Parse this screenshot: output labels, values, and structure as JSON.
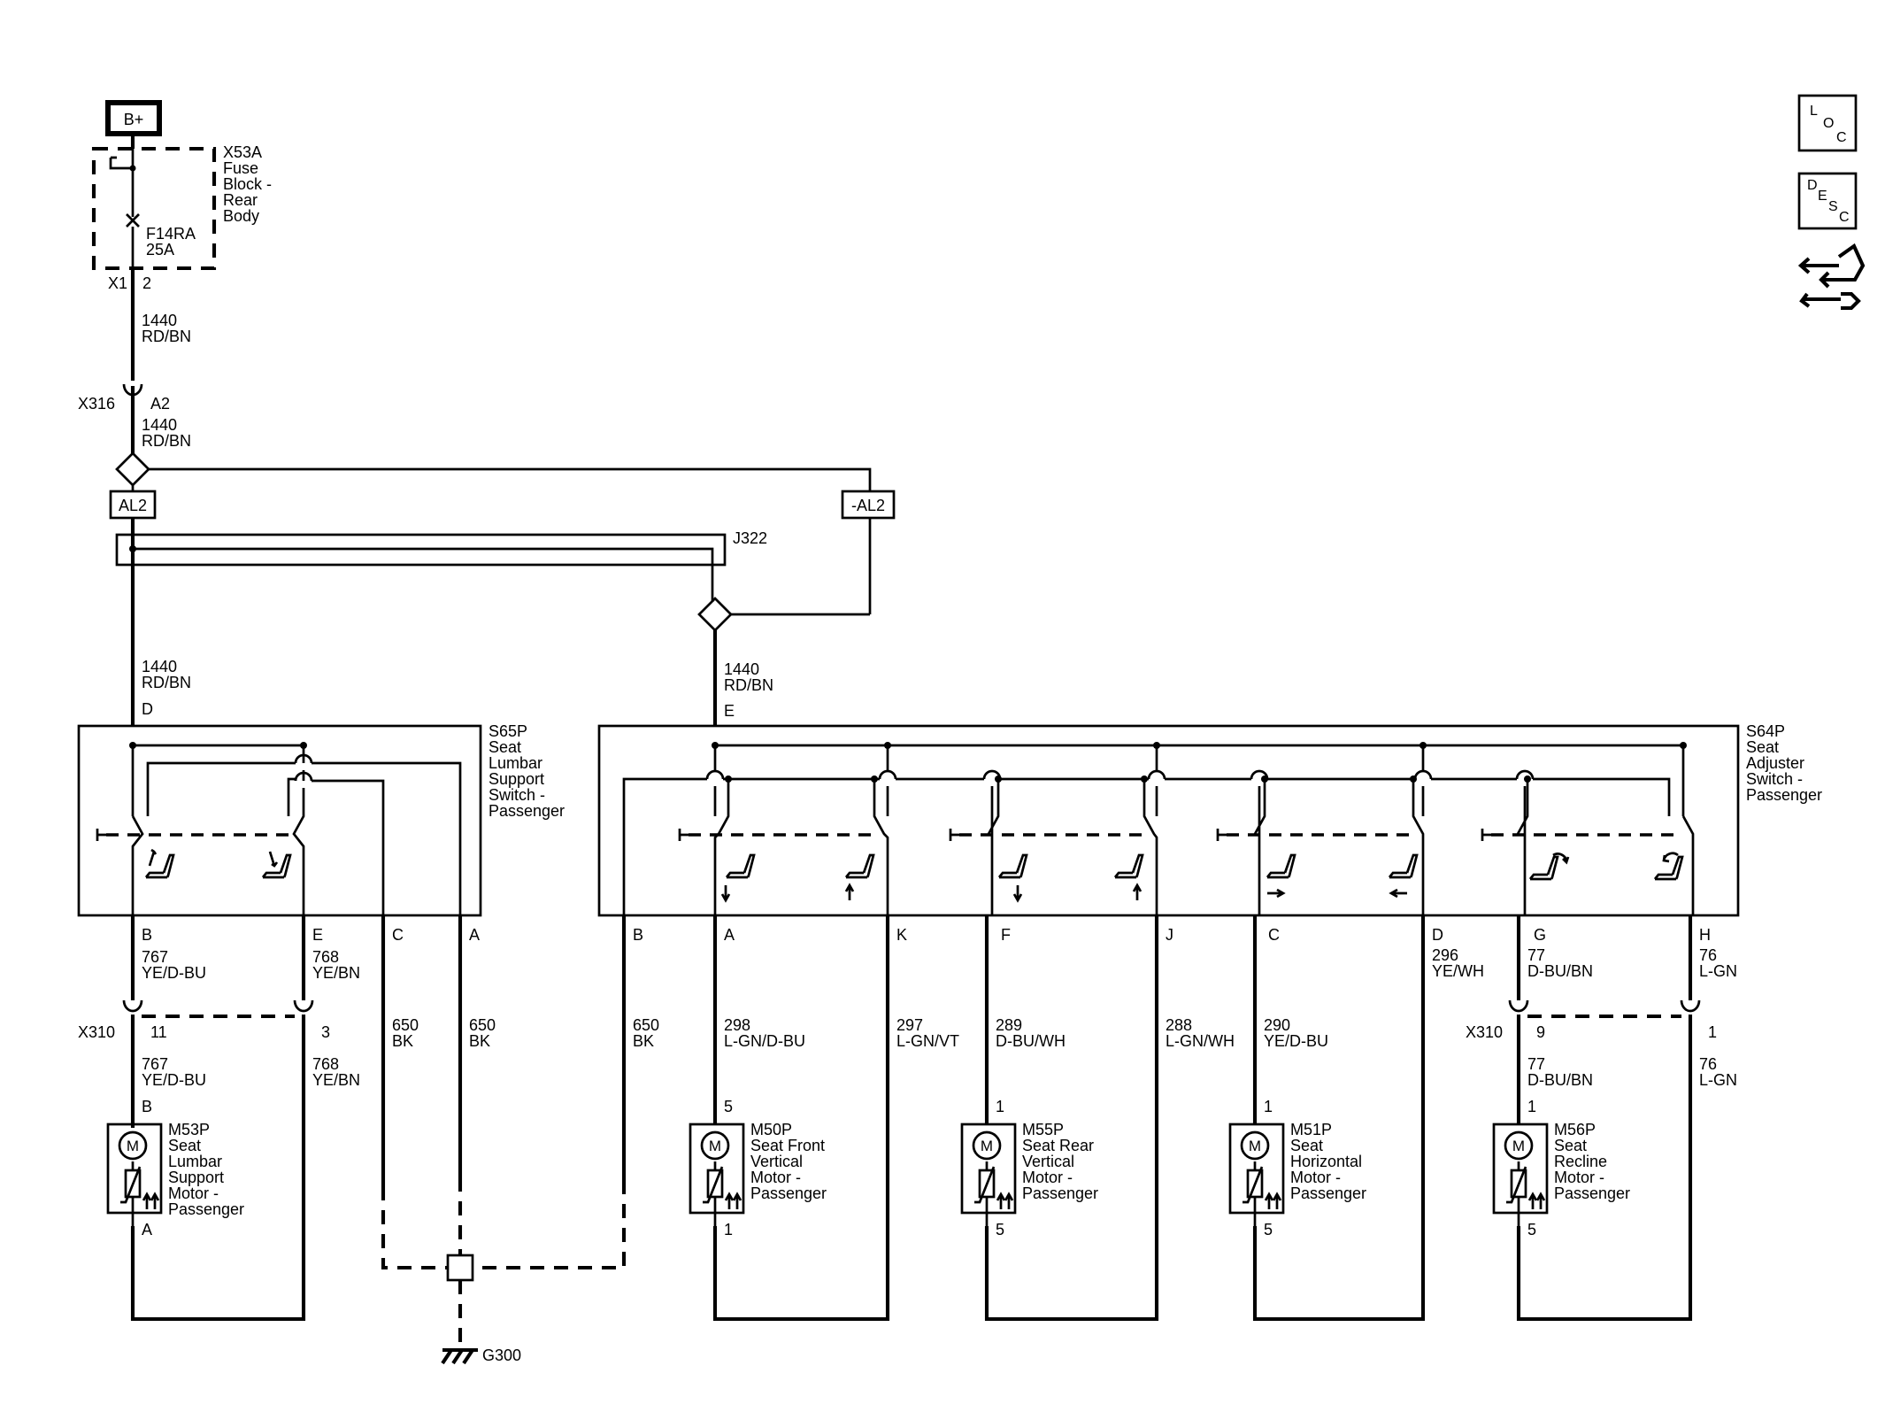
{
  "power": {
    "label": "B+"
  },
  "fuse_block": {
    "name": "X53A",
    "desc": [
      "Fuse",
      "Block -",
      "Rear",
      "Body"
    ],
    "fuse": "F14RA",
    "rating": "25A",
    "conn": "X1",
    "pin": "2"
  },
  "feed": {
    "circuit": "1440",
    "color": "RD/BN"
  },
  "x316": {
    "name": "X316",
    "pin": "A2"
  },
  "options": {
    "with": "AL2",
    "without": "-AL2"
  },
  "j322": "J322",
  "lumbar_switch": {
    "name": "S65P",
    "desc": [
      "Seat",
      "Lumbar",
      "Support",
      "Switch -",
      "Passenger"
    ],
    "pin_in": "D",
    "pins": [
      "B",
      "E",
      "C",
      "A"
    ]
  },
  "adjuster_switch": {
    "name": "S64P",
    "desc": [
      "Seat",
      "Adjuster",
      "Switch -",
      "Passenger"
    ],
    "pin_in": "E",
    "pins": [
      "B",
      "A",
      "K",
      "F",
      "J",
      "C",
      "D",
      "G",
      "H"
    ]
  },
  "wires_lumbar": [
    {
      "circuit": "767",
      "color": "YE/D-BU"
    },
    {
      "circuit": "768",
      "color": "YE/BN"
    },
    {
      "circuit": "650",
      "color": "BK"
    },
    {
      "circuit": "650",
      "color": "BK"
    }
  ],
  "wires_adjuster": [
    {
      "circuit": "650",
      "color": "BK"
    },
    {
      "circuit": "298",
      "color": "L-GN/D-BU"
    },
    {
      "circuit": "297",
      "color": "L-GN/VT"
    },
    {
      "circuit": "289",
      "color": "D-BU/WH"
    },
    {
      "circuit": "288",
      "color": "L-GN/WH"
    },
    {
      "circuit": "290",
      "color": "YE/D-BU"
    },
    {
      "circuit": "296",
      "color": "YE/WH"
    },
    {
      "circuit": "77",
      "color": "D-BU/BN"
    },
    {
      "circuit": "76",
      "color": "L-GN"
    }
  ],
  "x310": {
    "name": "X310",
    "pins": [
      "11",
      "3",
      "9",
      "1"
    ]
  },
  "motors": [
    {
      "name": "M53P",
      "desc": [
        "Seat",
        "Lumbar",
        "Support",
        "Motor -",
        "Passenger"
      ],
      "pin_top": "B",
      "pin_bottom": "A"
    },
    {
      "name": "M50P",
      "desc": [
        "Seat Front",
        "Vertical",
        "Motor -",
        "Passenger"
      ],
      "pin_top": "5",
      "pin_bottom": "1"
    },
    {
      "name": "M55P",
      "desc": [
        "Seat Rear",
        "Vertical",
        "Motor -",
        "Passenger"
      ],
      "pin_top": "1",
      "pin_bottom": "5"
    },
    {
      "name": "M51P",
      "desc": [
        "Seat",
        "Horizontal",
        "Motor -",
        "Passenger"
      ],
      "pin_top": "1",
      "pin_bottom": "5"
    },
    {
      "name": "M56P",
      "desc": [
        "Seat",
        "Recline",
        "Motor -",
        "Passenger"
      ],
      "pin_top": "1",
      "pin_bottom": "5"
    }
  ],
  "motor_symbol": "M",
  "ground": "G300",
  "nav": {
    "loc": [
      "L",
      "O",
      "C"
    ],
    "desc": [
      "D",
      "E",
      "S",
      "C"
    ]
  }
}
